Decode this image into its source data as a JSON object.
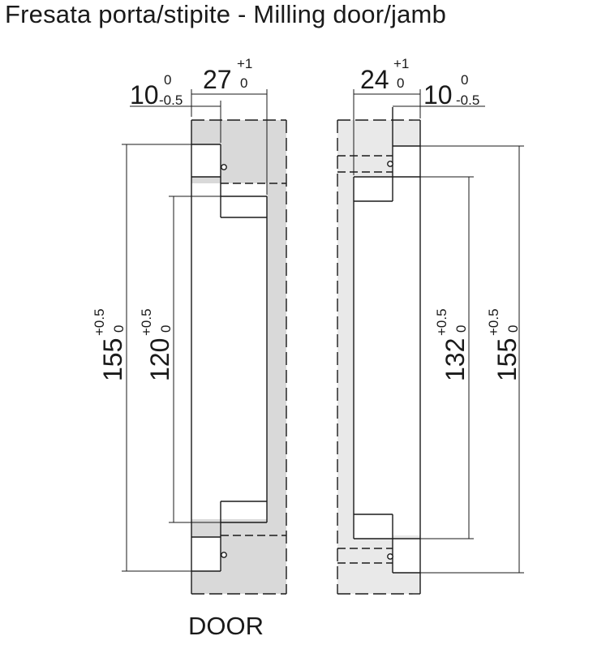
{
  "title": "Fresata porta/stipite - Milling door/jamb",
  "door_label": "DOOR",
  "door": {
    "dim_width": {
      "value": "27",
      "upper": "+1",
      "lower": "0"
    },
    "dim_offset": {
      "value": "10",
      "upper": "0",
      "lower": "-0.5"
    },
    "dim_outer_height": {
      "value": "155",
      "upper": "+0.5",
      "lower": "0"
    },
    "dim_inner_height": {
      "value": "120",
      "upper": "+0.5",
      "lower": "0"
    }
  },
  "jamb": {
    "dim_width": {
      "value": "24",
      "upper": "+1",
      "lower": "0"
    },
    "dim_offset": {
      "value": "10",
      "upper": "0",
      "lower": "-0.5"
    },
    "dim_inner_height": {
      "value": "132",
      "upper": "+0.5",
      "lower": "0"
    },
    "dim_outer_height": {
      "value": "155",
      "upper": "+0.5",
      "lower": "0"
    }
  },
  "colors": {
    "fill": "#d9d9d9",
    "fill_light": "#e9e9e9",
    "line": "#1a1a1a"
  }
}
